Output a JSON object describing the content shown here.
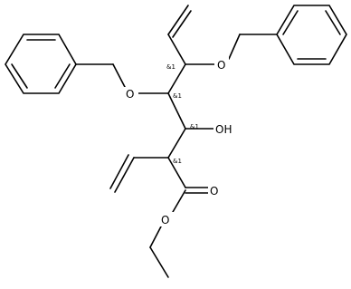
{
  "atoms": {
    "O_benzyl_left": "O",
    "O_benzyl_right": "O",
    "OH": "OH",
    "O_carbonyl": "O",
    "O_ester": "O"
  },
  "stereo": {
    "c1": "&1",
    "c2": "&1",
    "c3": "&1",
    "c4": "&1"
  }
}
